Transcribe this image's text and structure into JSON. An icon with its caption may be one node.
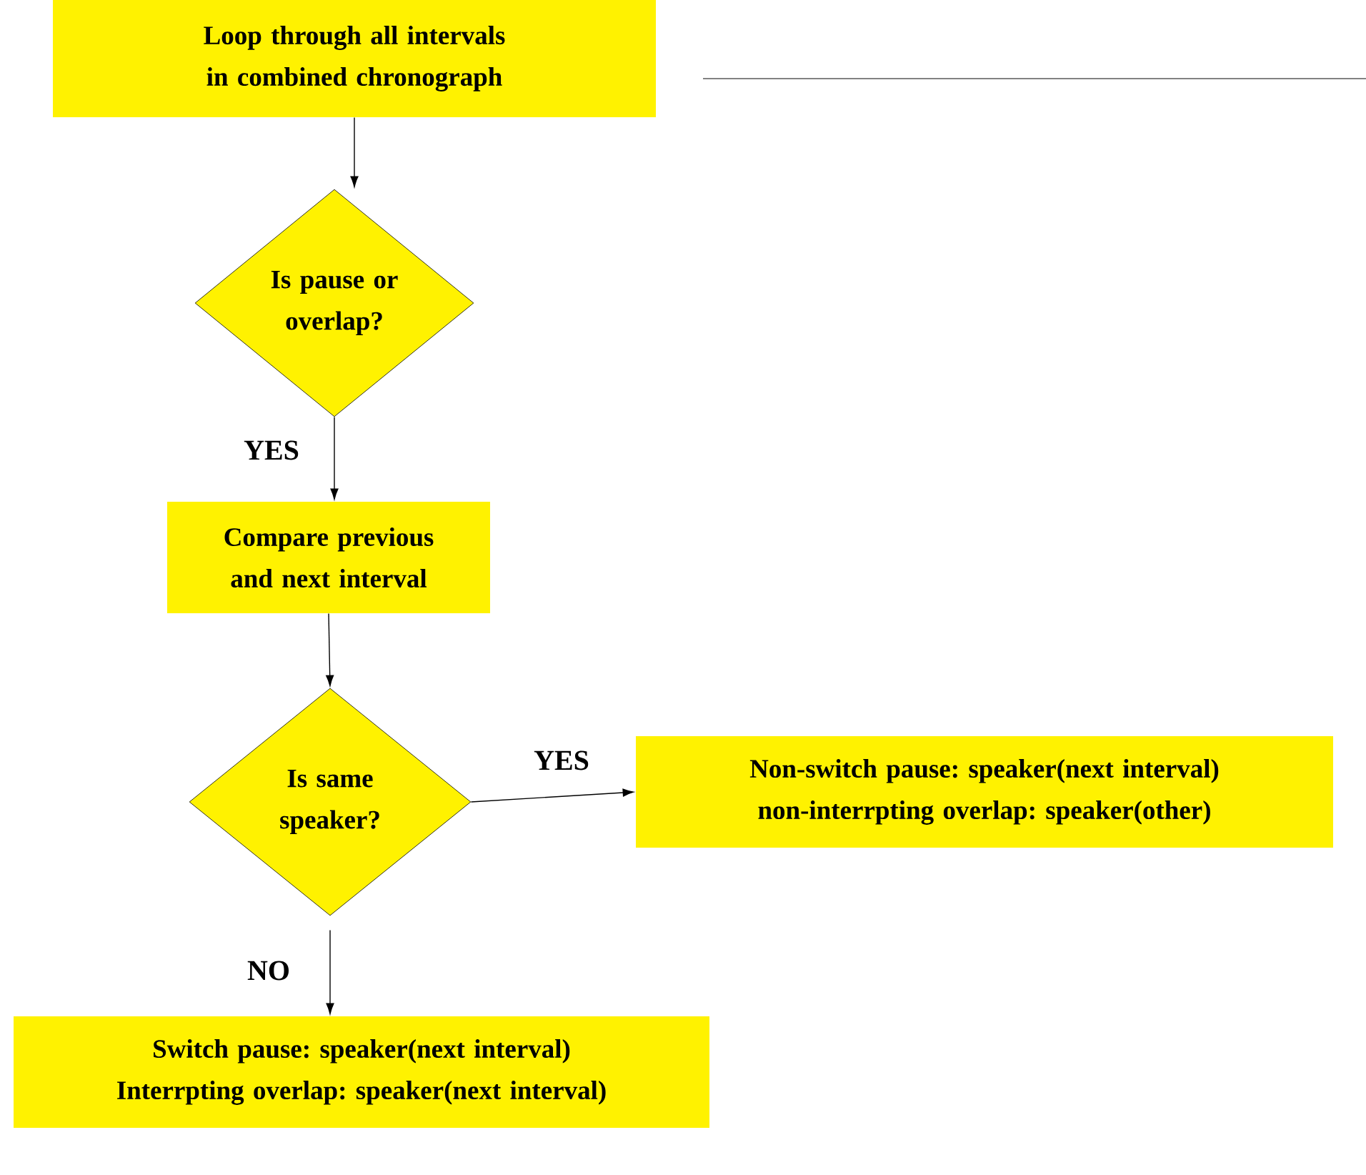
{
  "diagram": {
    "nodes": [
      {
        "text": [
          "Loop through all intervals in combined chronograph"
        ]
      },
      {
        "text": [
          "Is pause or overlap?"
        ]
      },
      {
        "text": [
          "Compare previous and next interval"
        ]
      },
      {
        "text": [
          "Is same speaker?"
        ]
      },
      {
        "text": [
          "Non-switch pause: speaker(next interval)",
          "non-interrpting overlap: speaker(other)"
        ]
      },
      {
        "text": [
          "Switch pause: speaker(next interval)",
          "Interrpting overlap: speaker(next interval)"
        ]
      }
    ],
    "edges": [
      {
        "from": 0,
        "to": 1,
        "arrow": "to"
      },
      {
        "from": 1,
        "to": 2,
        "arrow": "to",
        "label": "YES"
      },
      {
        "from": 2,
        "to": 3,
        "arrow": "to"
      },
      {
        "from": 3,
        "to": 4,
        "arrow": "to",
        "label": "YES"
      },
      {
        "from": 3,
        "to": 5,
        "arrow": "to",
        "label": "NO"
      }
    ]
  }
}
